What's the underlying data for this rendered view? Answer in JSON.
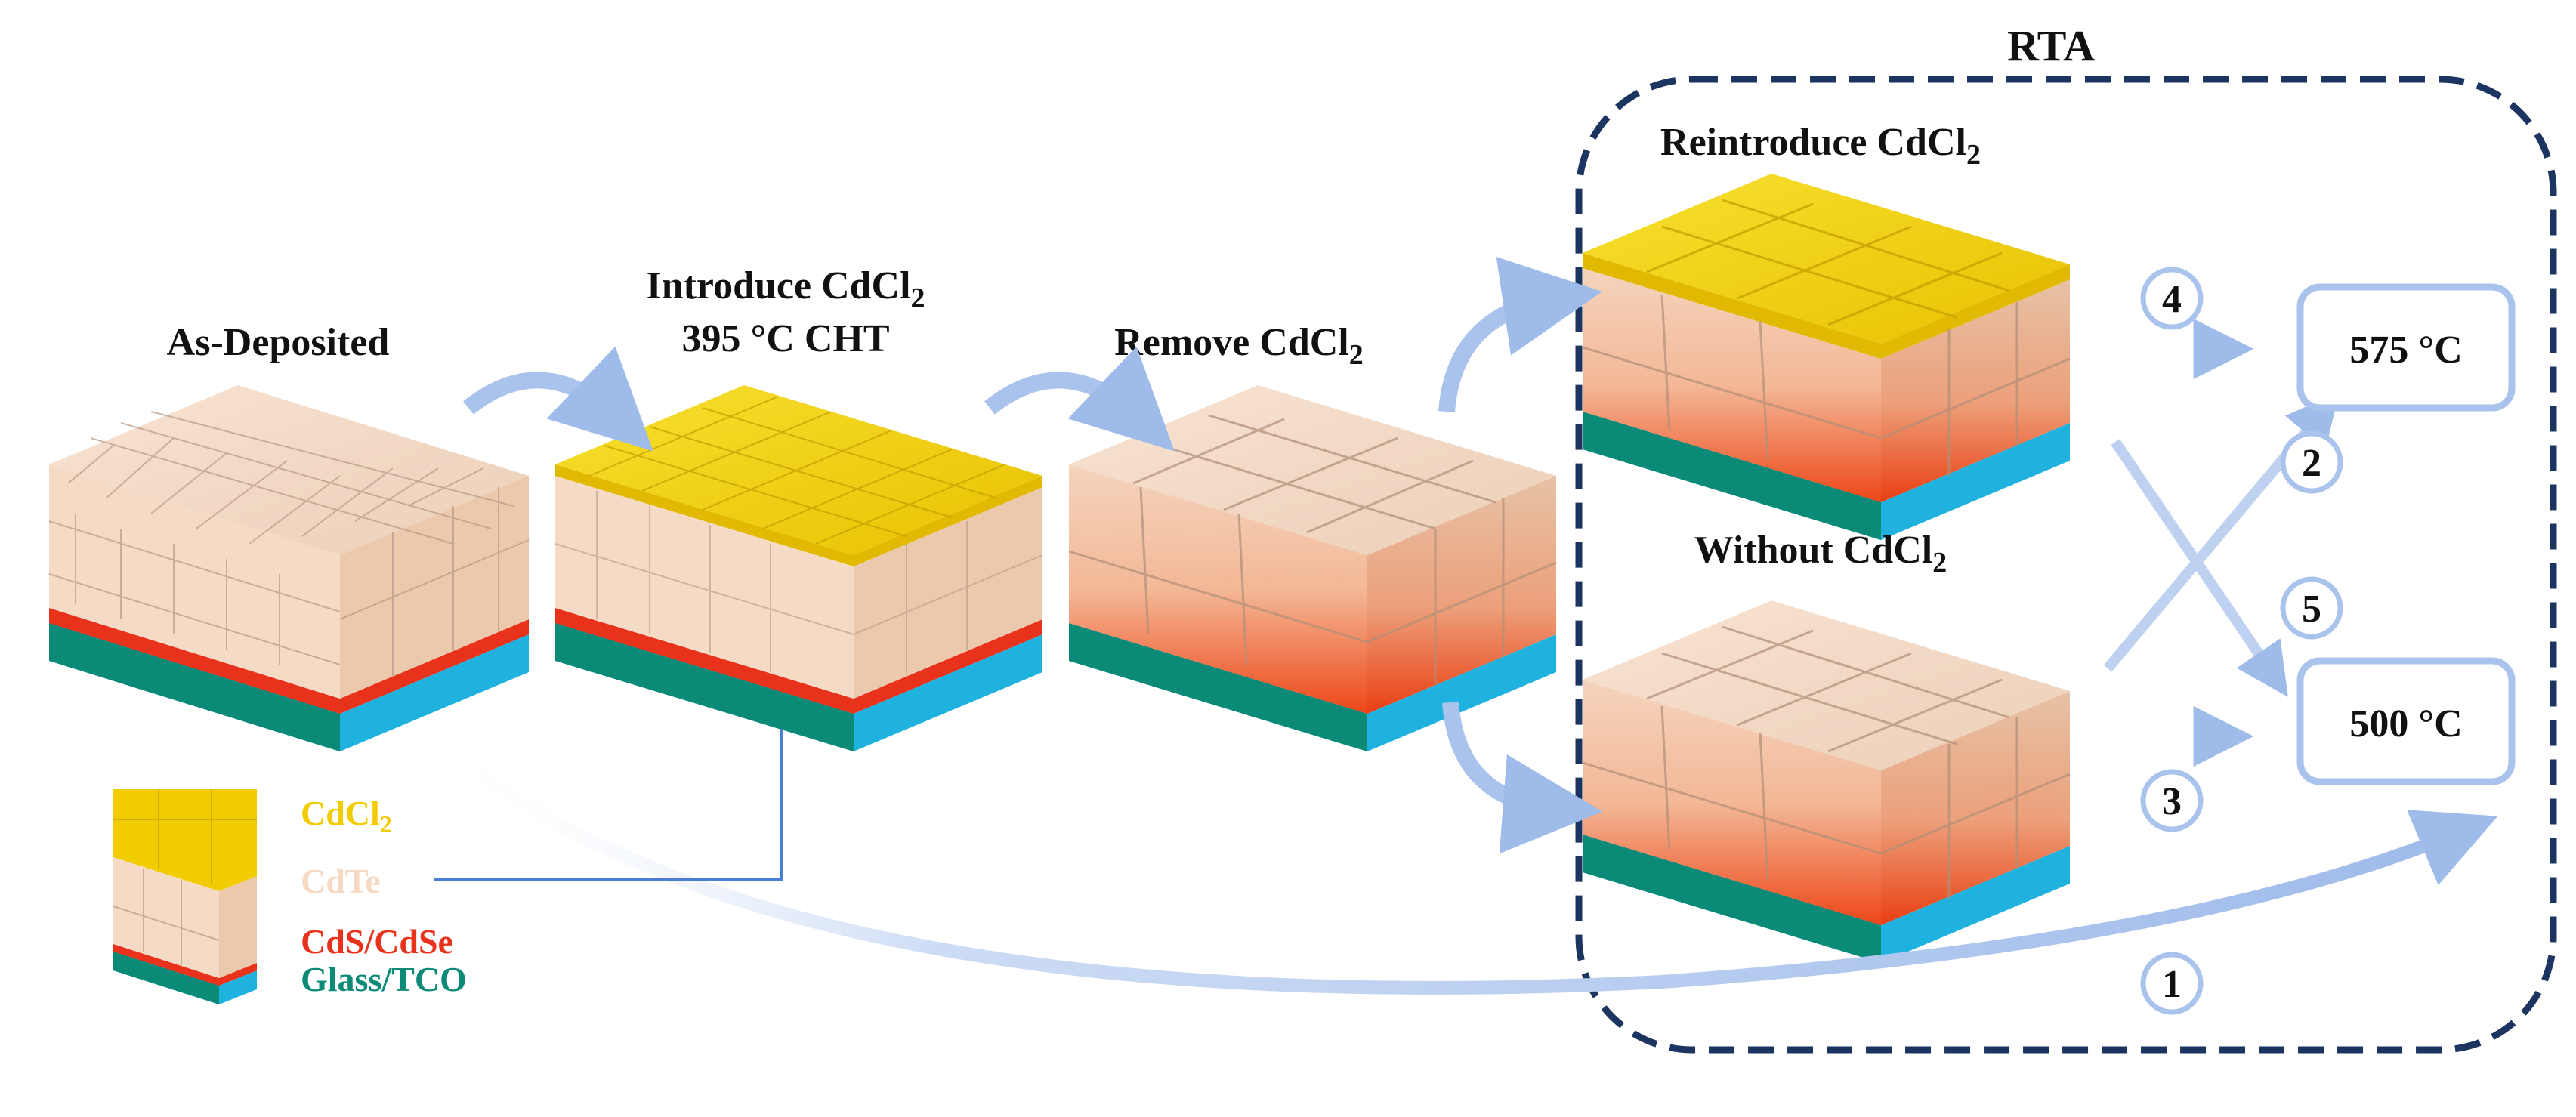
{
  "labels": {
    "rta": "RTA",
    "as_deposited": "As-Deposited",
    "introduce_a": "Introduce CdCl",
    "introduce_sub": "2",
    "introduce_b": "395 °C CHT",
    "remove": "Remove CdCl",
    "remove_sub": "2",
    "reintroduce": "Reintroduce CdCl",
    "reintroduce_sub": "2",
    "without": "Without CdCl",
    "without_sub": "2"
  },
  "temperatures": {
    "t575": "575 °C",
    "t500": "500 °C"
  },
  "path_numbers": {
    "p1": "1",
    "p2": "2",
    "p3": "3",
    "p4": "4",
    "p5": "5"
  },
  "legend": {
    "cdcl2": "CdCl",
    "cdcl2_sub": "2",
    "cdte": "CdTe",
    "cds": "CdS/CdSe",
    "glass": "Glass/TCO"
  },
  "colors": {
    "cdcl2": "#f1cc00",
    "cdte": "#f5d9c2",
    "cds": "#e8321b",
    "glass": "#0c8a78",
    "tco": "#1fb2df",
    "arrow": "#a9c3ec",
    "rta_border": "#1b3460"
  }
}
